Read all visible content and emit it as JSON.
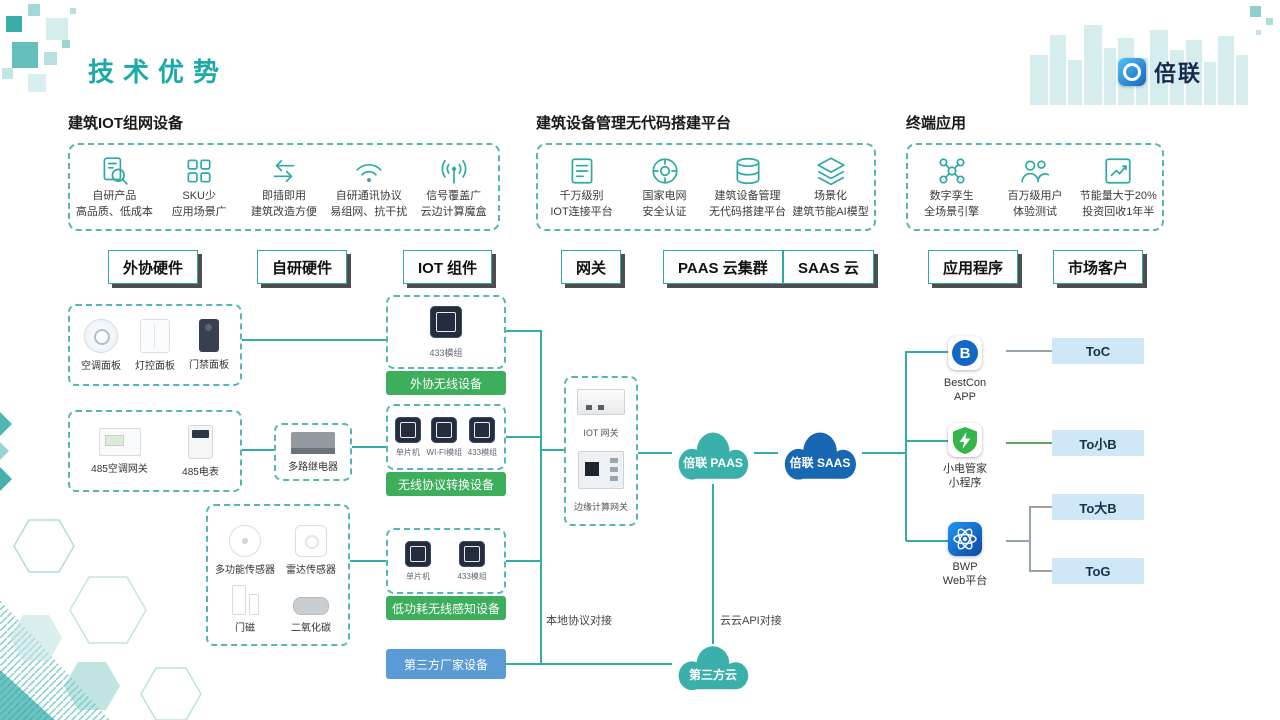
{
  "page": {
    "title": "技术优势"
  },
  "logo": {
    "brand": "倍联",
    "icon": "beilian-ring-icon"
  },
  "sections": [
    {
      "header": "建筑IOT组网设备",
      "features": [
        {
          "icon": "doc-search-icon",
          "line1": "自研产品",
          "line2": "高品质、低成本"
        },
        {
          "icon": "grid-icon",
          "line1": "SKU少",
          "line2": "应用场景广"
        },
        {
          "icon": "plug-play-icon",
          "line1": "即插即用",
          "line2": "建筑改造方便"
        },
        {
          "icon": "wifi-icon",
          "line1": "自研通讯协议",
          "line2": "易组网、抗干扰"
        },
        {
          "icon": "signal-icon",
          "line1": "信号覆盖广",
          "line2": "云边计算魔盒"
        }
      ]
    },
    {
      "header": "建筑设备管理无代码搭建平台",
      "features": [
        {
          "icon": "list-doc-icon",
          "line1": "千万级别",
          "line2": "IOT连接平台"
        },
        {
          "icon": "grid-badge-icon",
          "line1": "国家电网",
          "line2": "安全认证"
        },
        {
          "icon": "database-icon",
          "line1": "建筑设备管理",
          "line2": "无代码搭建平台"
        },
        {
          "icon": "layers-icon",
          "line1": "场景化",
          "line2": "建筑节能AI模型"
        }
      ]
    },
    {
      "header": "终端应用",
      "features": [
        {
          "icon": "digital-twin-icon",
          "line1": "数字孪生",
          "line2": "全场景引擎"
        },
        {
          "icon": "users-icon",
          "line1": "百万级用户",
          "line2": "体验测试"
        },
        {
          "icon": "roi-icon",
          "line1": "节能量大于20%",
          "line2": "投资回收1年半"
        }
      ]
    }
  ],
  "chips": {
    "waixie": "外协硬件",
    "ziyan": "自研硬件",
    "iot": "IOT 组件",
    "gateway": "网关",
    "paas": "PAAS 云集群",
    "saas": "SAAS 云",
    "app": "应用程序",
    "market": "市场客户"
  },
  "devices": {
    "group1": {
      "items": [
        {
          "icon": "ac-panel-image",
          "label": "空调面板"
        },
        {
          "icon": "light-panel-image",
          "label": "灯控面板"
        },
        {
          "icon": "access-panel-image",
          "label": "门禁面板"
        }
      ]
    },
    "group2": {
      "items": [
        {
          "icon": "ac-gateway-image",
          "label": "485空调网关"
        },
        {
          "icon": "meter-image",
          "label": "485电表"
        }
      ]
    },
    "relay": {
      "icon": "relay-image",
      "label": "多路继电器"
    },
    "sensors": {
      "items": [
        {
          "icon": "multi-sensor-image",
          "label": "多功能传感器"
        },
        {
          "icon": "radar-sensor-image",
          "label": "雷达传感器"
        },
        {
          "icon": "door-magnet-image",
          "label": "门磁"
        },
        {
          "icon": "co2-sensor-image",
          "label": "二氧化碳"
        }
      ]
    }
  },
  "iot": {
    "compA": {
      "chip_label": "433模组",
      "banner": "外协无线设备"
    },
    "compB": {
      "chips": [
        "单片机",
        "WI-FI模组",
        "433模组"
      ],
      "banner": "无线协议转换设备"
    },
    "compC": {
      "chips": [
        "单片机",
        "433模组"
      ],
      "banner": "低功耗无线感知设备"
    },
    "third_party": "第三方厂家设备"
  },
  "gateway": {
    "top": "IOT 网关",
    "bottom": "边缘计算网关"
  },
  "clouds": {
    "paas": "倍联 PAAS",
    "saas": "倍联 SAAS",
    "third": "第三方云"
  },
  "apps": [
    {
      "icon": "bestcon-app-icon",
      "line1": "BestCon",
      "line2": "APP"
    },
    {
      "icon": "mini-program-icon",
      "line1": "小电管家",
      "line2": "小程序"
    },
    {
      "icon": "bwp-platform-icon",
      "line1": "BWP",
      "line2": "Web平台"
    }
  ],
  "markets": [
    "ToC",
    "To小B",
    "To大B",
    "ToG"
  ],
  "annotations": {
    "local": "本地协议对接",
    "cloud_api": "云云API对接"
  },
  "colors": {
    "teal": "#2FA9A6",
    "green": "#3DAE5B",
    "blue": "#5B9BD5",
    "cloud_teal": "#3BAFAA",
    "cloud_blue": "#1767B2",
    "light_blue": "#CFE7F7"
  }
}
